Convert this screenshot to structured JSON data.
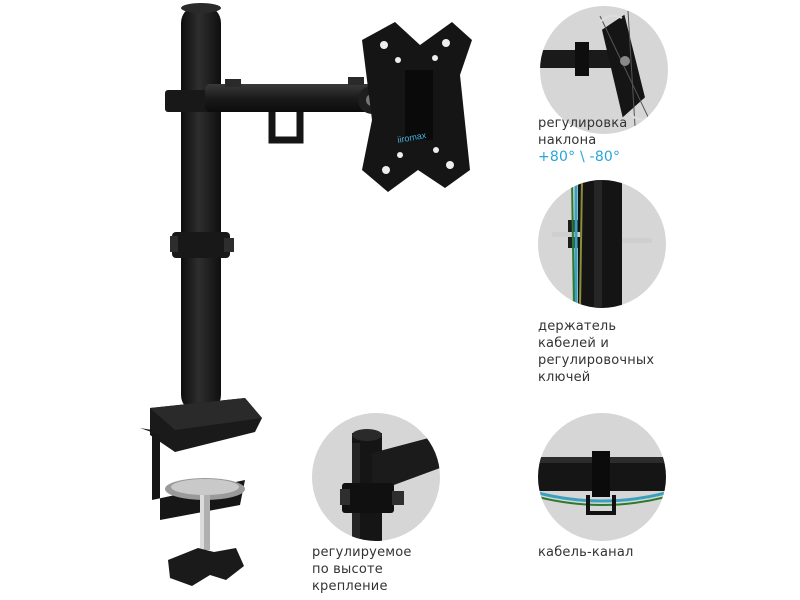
{
  "brand": {
    "logo_text": "iiromax"
  },
  "colors": {
    "accent": "#29a6d6",
    "caption": "#333333",
    "circle_bg": "#d6d6d6",
    "metal": "#1c1c1c"
  },
  "features": [
    {
      "lines": [
        "регулировка",
        "наклона"
      ],
      "accent": "+80° \\ -80°",
      "icon": "tilt-detail-icon"
    },
    {
      "lines": [
        "держатель",
        "кабелей и",
        "регулировочных",
        "ключей"
      ],
      "icon": "cable-holder-detail-icon"
    },
    {
      "lines": [
        "регулируемое",
        "по высоте",
        "крепление"
      ],
      "icon": "height-clamp-detail-icon"
    },
    {
      "lines": [
        "кабель-канал"
      ],
      "icon": "cable-channel-detail-icon"
    }
  ]
}
